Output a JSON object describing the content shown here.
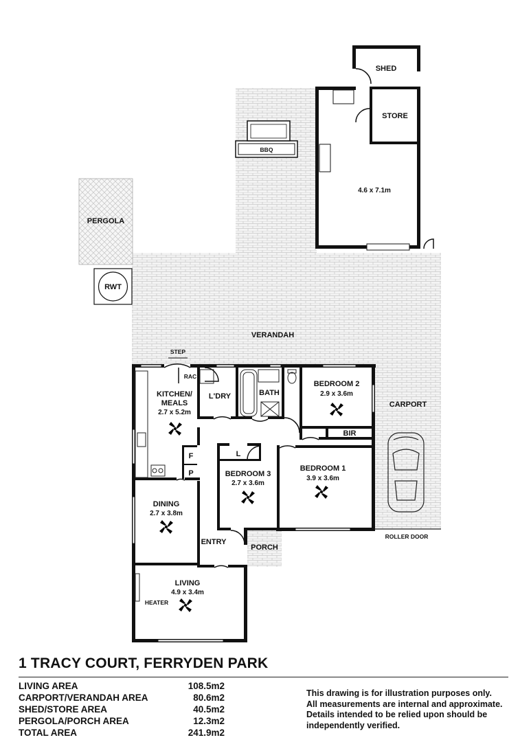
{
  "rooms": {
    "shed": "SHED",
    "store": "STORE",
    "garage_dim": "4.6 x 7.1m",
    "bbq": "BBQ",
    "pergola": "PERGOLA",
    "rwt": "RWT",
    "verandah": "VERANDAH",
    "step": "STEP",
    "rac": "RAC",
    "kitchen": "KITCHEN/",
    "kitchen_2": "MEALS",
    "kitchen_dim": "2.7 x 5.2m",
    "laundry": "L'DRY",
    "bath": "BATH",
    "bedroom2": "BEDROOM 2",
    "bedroom2_dim": "2.9 x 3.6m",
    "bir": "BIR",
    "carport": "CARPORT",
    "linen": "L",
    "fridge": "F",
    "pantry": "P",
    "bedroom3": "BEDROOM 3",
    "bedroom3_dim": "2.7 x 3.6m",
    "bedroom1": "BEDROOM 1",
    "bedroom1_dim": "3.9 x 3.6m",
    "dining": "DINING",
    "dining_dim": "2.7 x 3.8m",
    "entry": "ENTRY",
    "porch": "PORCH",
    "roller_door": "ROLLER DOOR",
    "living": "LIVING",
    "living_dim": "4.9 x 3.4m",
    "heater": "HEATER"
  },
  "address": "1 TRACY COURT, FERRYDEN PARK",
  "areas": [
    {
      "label": "LIVING AREA",
      "value": "108.5m2"
    },
    {
      "label": "CARPORT/VERANDAH AREA",
      "value": "80.6m2"
    },
    {
      "label": "SHED/STORE AREA",
      "value": "40.5m2"
    },
    {
      "label": "PERGOLA/PORCH AREA",
      "value": "12.3m2"
    },
    {
      "label": "TOTAL AREA",
      "value": "241.9m2"
    }
  ],
  "disclaimer": [
    "This drawing is for illustration purposes only.",
    "All measurements are internal and approximate.",
    "Details intended to be relied upon should be",
    "independently verified."
  ]
}
